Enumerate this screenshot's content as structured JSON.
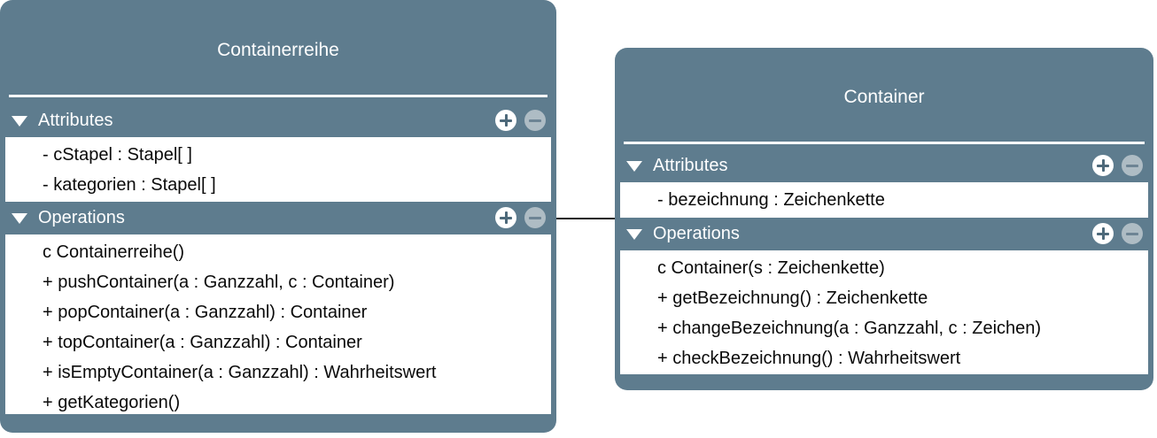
{
  "diagram": {
    "type": "uml-class-diagram",
    "background_color": "#ffffff",
    "class_fill_color": "#5e7c8e",
    "panel_color": "#ffffff",
    "connector_color": "#1b1b1b",
    "connector_label": ""
  },
  "classes": [
    {
      "name": "Containerreihe",
      "sections": [
        {
          "label": "Attributes",
          "caret": "triangle-down-icon",
          "add_icon": "plus-circle-icon",
          "remove_icon": "minus-circle-icon",
          "members": [
            "- cStapel : Stapel[ ]",
            "- kategorien : Stapel[ ]"
          ]
        },
        {
          "label": "Operations",
          "caret": "triangle-down-icon",
          "add_icon": "plus-circle-icon",
          "remove_icon": "minus-circle-icon",
          "members": [
            "c Containerreihe()",
            "+ pushContainer(a : Ganzzahl, c : Container)",
            "+ popContainer(a : Ganzzahl) : Container",
            "+ topContainer(a : Ganzzahl) : Container",
            "+ isEmptyContainer(a : Ganzzahl) : Wahrheitswert",
            "+ getKategorien()"
          ]
        }
      ]
    },
    {
      "name": "Container",
      "sections": [
        {
          "label": "Attributes",
          "caret": "triangle-down-icon",
          "add_icon": "plus-circle-icon",
          "remove_icon": "minus-circle-icon",
          "members": [
            "- bezeichnung : Zeichenkette"
          ]
        },
        {
          "label": "Operations",
          "caret": "triangle-down-icon",
          "add_icon": "plus-circle-icon",
          "remove_icon": "minus-circle-icon",
          "members": [
            "c Container(s : Zeichenkette)",
            "+ getBezeichnung() : Zeichenkette",
            "+ changeBezeichnung(a : Ganzzahl, c : Zeichen)",
            "+ checkBezeichnung() : Wahrheitswert"
          ]
        }
      ]
    }
  ]
}
